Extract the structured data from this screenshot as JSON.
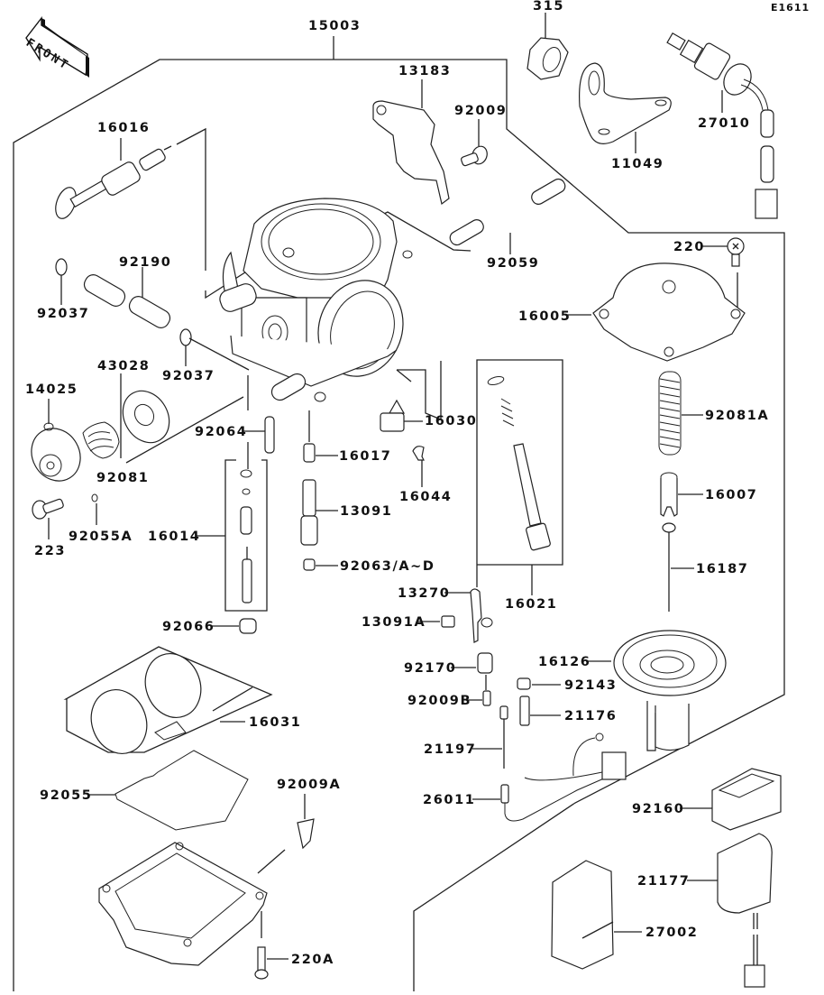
{
  "diagram": {
    "type": "exploded-parts-diagram",
    "subject": "Carburetor",
    "figure_code": "E1611",
    "orientation_label": "FRONT",
    "assembly_label": "15003",
    "parts": [
      {
        "ref": "315"
      },
      {
        "ref": "11049"
      },
      {
        "ref": "27010"
      },
      {
        "ref": "13183"
      },
      {
        "ref": "92009"
      },
      {
        "ref": "16016"
      },
      {
        "ref": "92059"
      },
      {
        "ref": "220"
      },
      {
        "ref": "16005"
      },
      {
        "ref": "92190"
      },
      {
        "ref": "92037"
      },
      {
        "ref": "92037"
      },
      {
        "ref": "43028"
      },
      {
        "ref": "14025"
      },
      {
        "ref": "92081"
      },
      {
        "ref": "92081A"
      },
      {
        "ref": "92064"
      },
      {
        "ref": "16030"
      },
      {
        "ref": "16017"
      },
      {
        "ref": "16044"
      },
      {
        "ref": "16007"
      },
      {
        "ref": "223"
      },
      {
        "ref": "92055A"
      },
      {
        "ref": "16014"
      },
      {
        "ref": "13091"
      },
      {
        "ref": "92063/A~D"
      },
      {
        "ref": "16187"
      },
      {
        "ref": "16021"
      },
      {
        "ref": "13270"
      },
      {
        "ref": "13091A"
      },
      {
        "ref": "92066"
      },
      {
        "ref": "16126"
      },
      {
        "ref": "92170"
      },
      {
        "ref": "92143"
      },
      {
        "ref": "92009B"
      },
      {
        "ref": "21176"
      },
      {
        "ref": "16031"
      },
      {
        "ref": "21197"
      },
      {
        "ref": "26011"
      },
      {
        "ref": "92055"
      },
      {
        "ref": "92009A"
      },
      {
        "ref": "92160"
      },
      {
        "ref": "21177"
      },
      {
        "ref": "27002"
      },
      {
        "ref": "220A"
      }
    ]
  }
}
